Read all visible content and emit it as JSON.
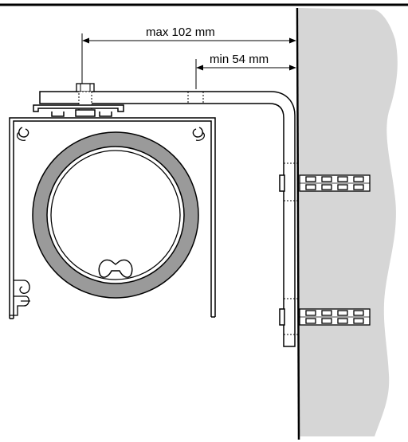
{
  "dimensions": {
    "max": {
      "label": "max 102 mm"
    },
    "min": {
      "label": "min 54 mm"
    }
  },
  "colors": {
    "line": "#000000",
    "wall": "#d4d4d4",
    "tube_ring": "#9a9a9a",
    "background": "#ffffff"
  },
  "parts": {
    "wall": "wall-surface",
    "bracket": "angle-bracket",
    "housing": "roller-housing-profile",
    "tube": "roller-tube",
    "anchors": [
      "upper-wall-anchor",
      "lower-wall-anchor"
    ]
  }
}
